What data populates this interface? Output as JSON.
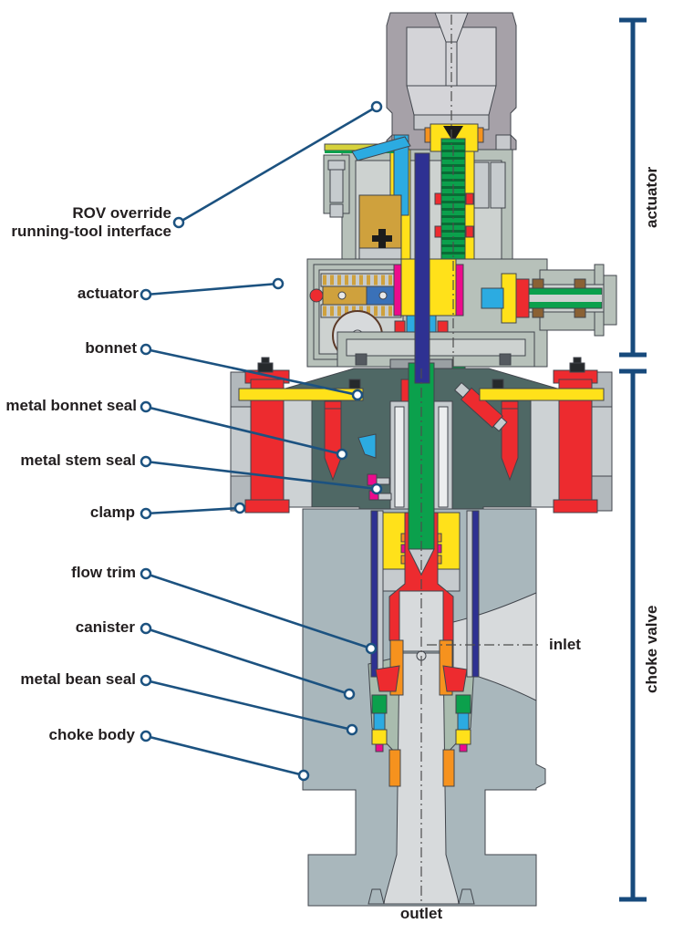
{
  "labels": {
    "rov_line1": "ROV override",
    "rov_line2": "running-tool interface",
    "actuator": "actuator",
    "bonnet": "bonnet",
    "metal_bonnet_seal": "metal bonnet seal",
    "metal_stem_seal": "metal stem seal",
    "clamp": "clamp",
    "flow_trim": "flow trim",
    "canister": "canister",
    "metal_bean_seal": "metal bean seal",
    "choke_body": "choke body",
    "inlet": "inlet",
    "outlet": "outlet"
  },
  "brackets": {
    "actuator": "actuator",
    "choke_valve": "choke valve"
  },
  "colors": {
    "leader_blue": "#1c5280",
    "bracket_blue": "#174a7c",
    "label_text": "#231f20",
    "body_grey": "#a9b7bc",
    "cap_grey": "#a6a1a8",
    "light_grey": "#d4d6d9",
    "sage_housing": "#b7c1ba",
    "bonnet_slate": "#4f6865",
    "red": "#ed2b2f",
    "yellow": "#ffe11a",
    "green": "#0ba04c",
    "navy": "#2e3192",
    "cyan": "#2cabe1",
    "orange": "#f6921e",
    "gold": "#cfa13d",
    "magenta": "#ec0b8c"
  }
}
